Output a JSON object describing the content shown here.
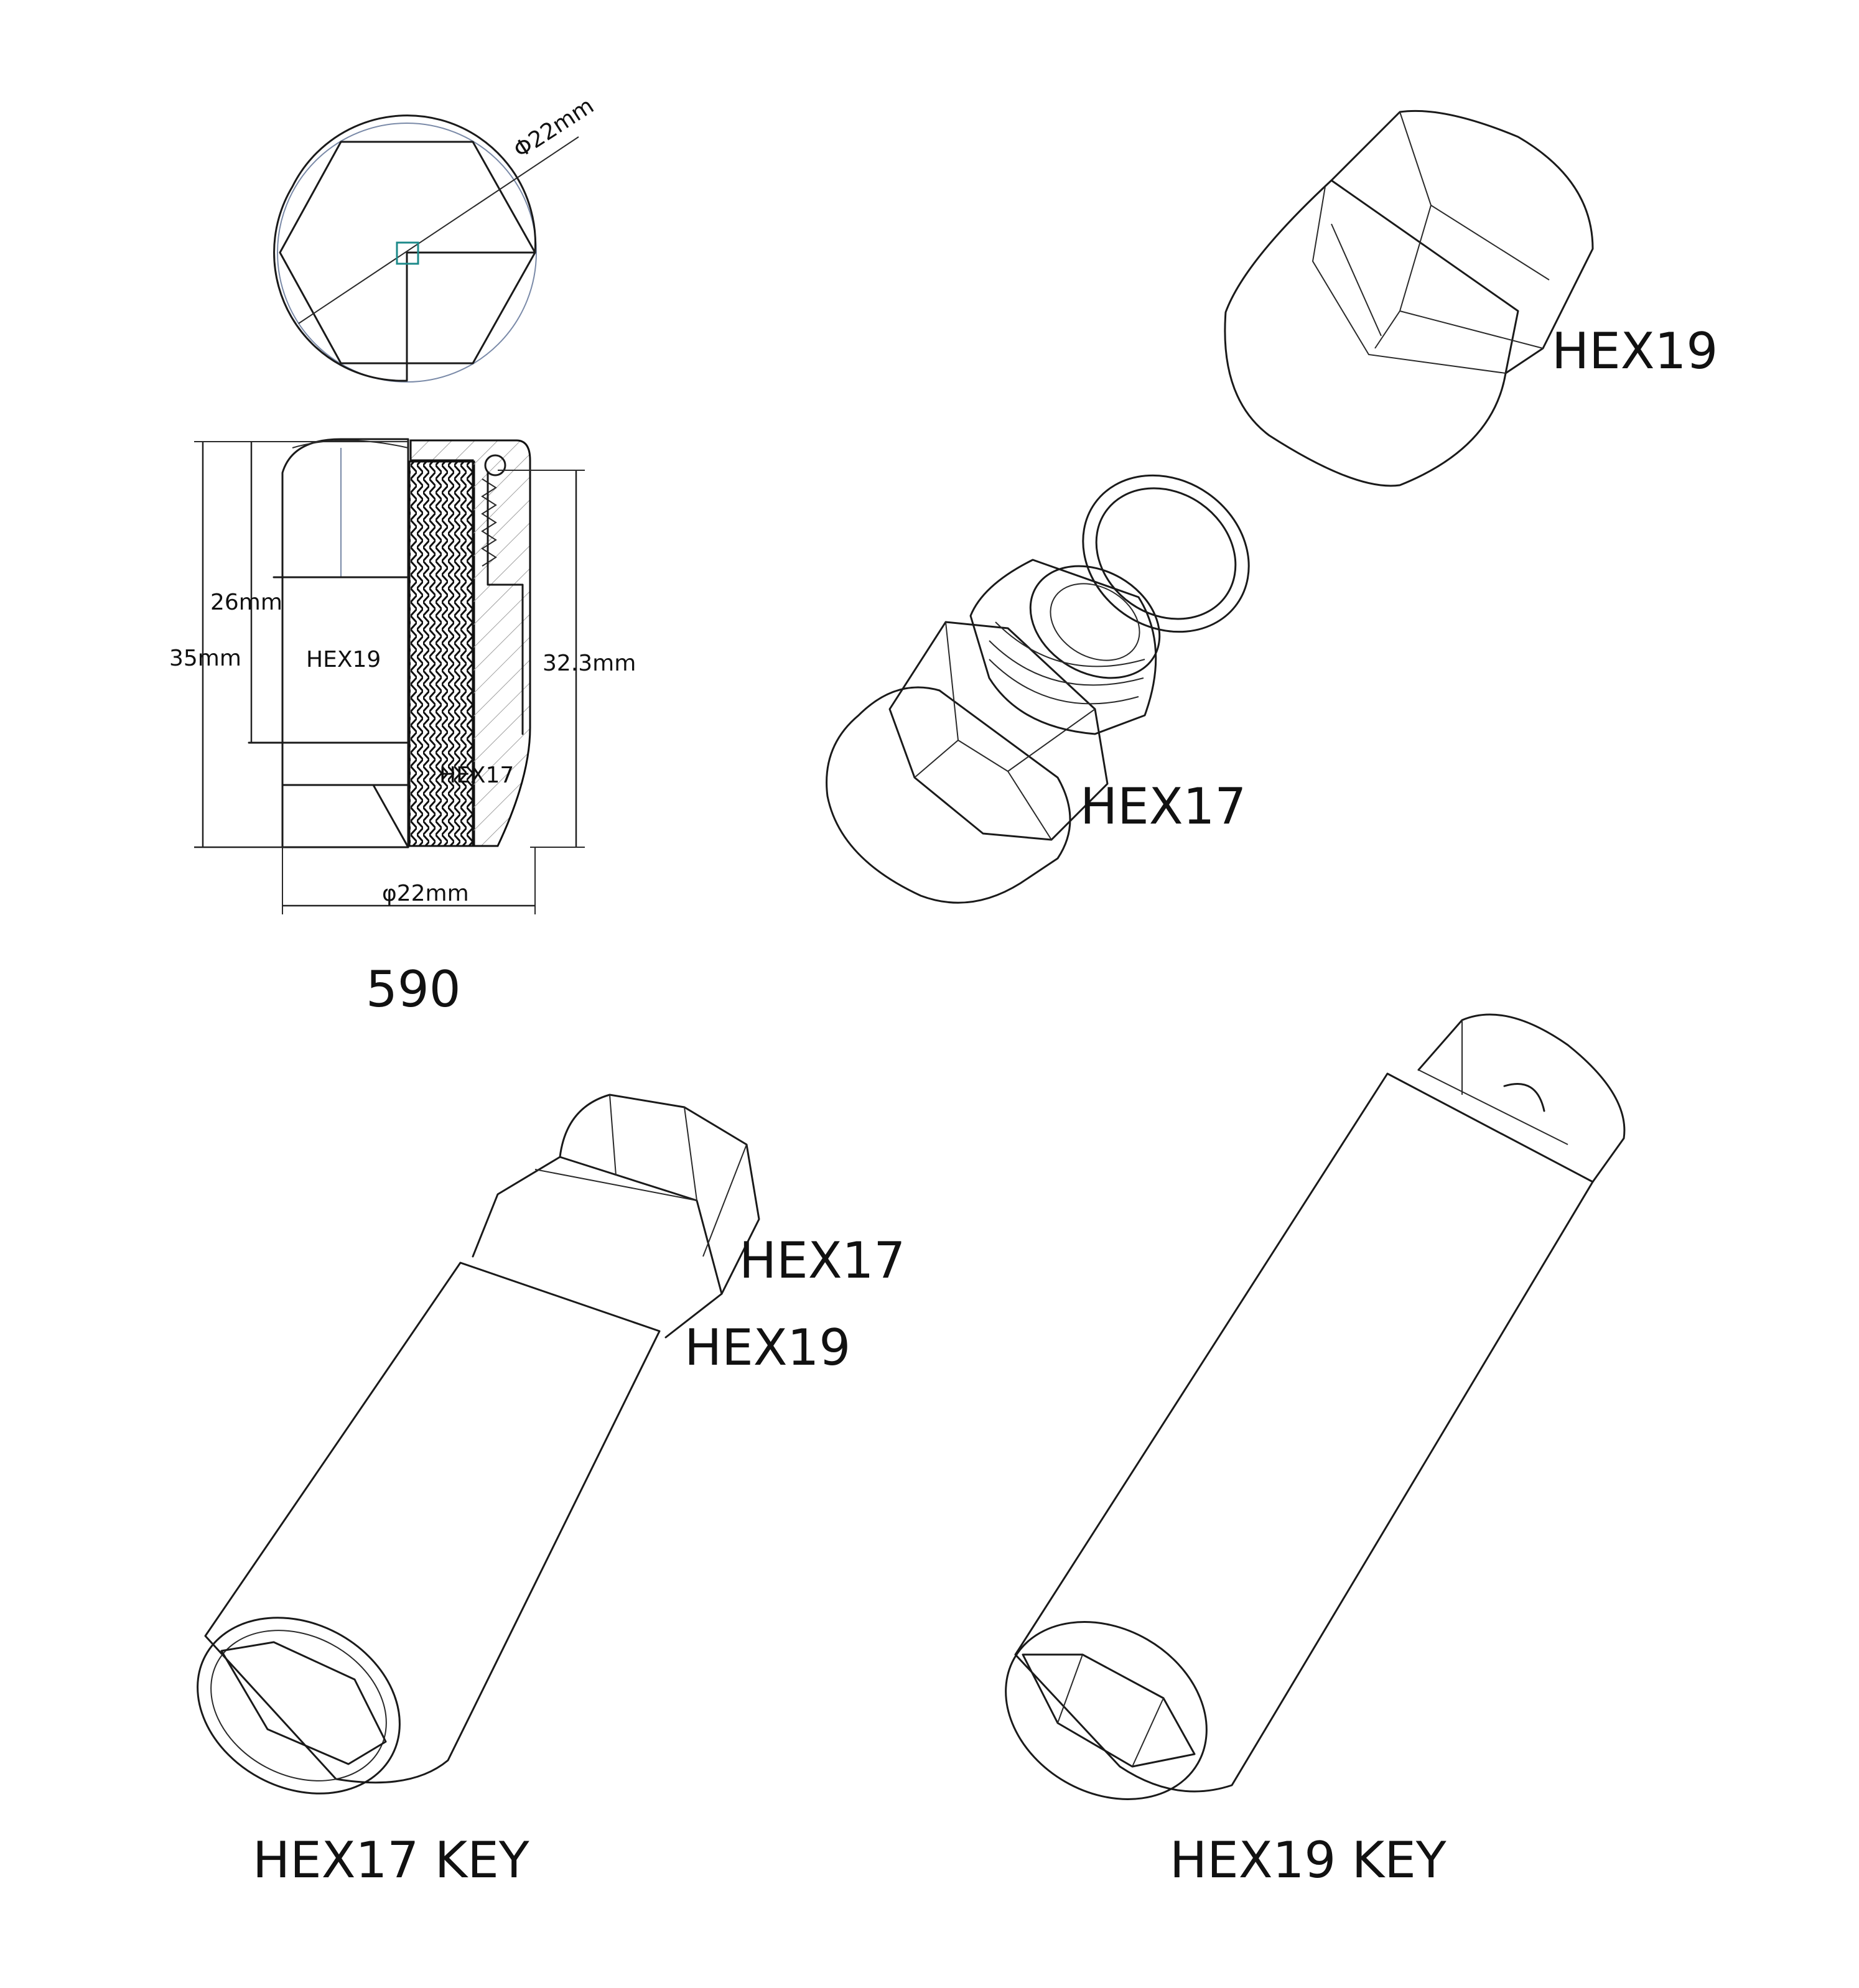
{
  "top_view": {
    "diameter_label": "Φ22mm"
  },
  "section_view": {
    "dim_26": "26mm",
    "dim_35": "35mm",
    "dim_32_3": "32.3mm",
    "hex19_label": "HEX19",
    "hex17_label": "HEX17",
    "bottom_diameter": "φ22mm"
  },
  "model_number": "590",
  "exploded": {
    "cap_label": "HEX19",
    "nut_label": "HEX17"
  },
  "hex17_key": {
    "label_top": "HEX17",
    "label_mid": "HEX19",
    "caption": "HEX17 KEY"
  },
  "hex19_key": {
    "caption": "HEX19 KEY"
  }
}
